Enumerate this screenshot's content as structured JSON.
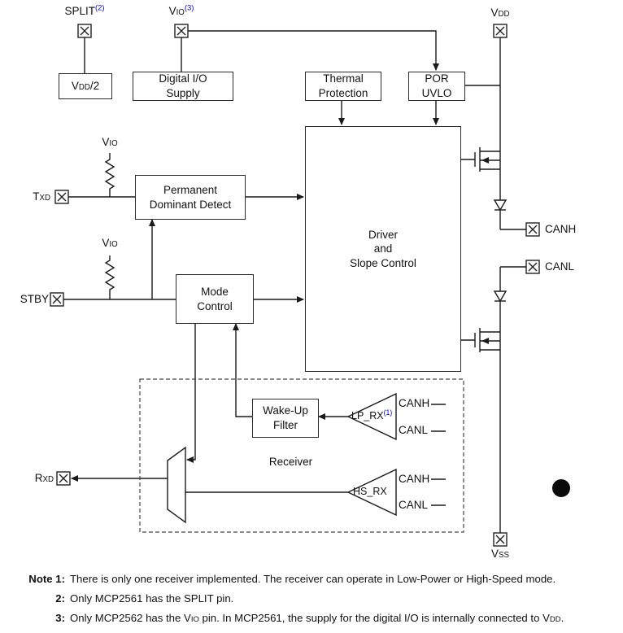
{
  "diagram": {
    "pins": {
      "split": {
        "name": "SPLIT",
        "note_ref": "(2)"
      },
      "vio": {
        "main": "V",
        "sub": "IO",
        "note_ref": "(3)"
      },
      "vdd": {
        "main": "V",
        "sub": "DD"
      },
      "vss": {
        "main": "V",
        "sub": "SS"
      },
      "txd": {
        "main": "T",
        "sub": "XD"
      },
      "stby": {
        "name": "STBY"
      },
      "rxd": {
        "main": "R",
        "sub": "XD"
      },
      "canh": {
        "name": "CANH"
      },
      "canl": {
        "name": "CANL"
      }
    },
    "pullup_label": {
      "main": "V",
      "sub": "IO"
    },
    "blocks": {
      "vdd_half": {
        "main": "V",
        "sub": "DD",
        "rest": "/2"
      },
      "digital_io": {
        "line1": "Digital I/O",
        "line2": "Supply"
      },
      "thermal": {
        "line1": "Thermal",
        "line2": "Protection"
      },
      "por_uvlo": {
        "line1": "POR",
        "line2": "UVLO"
      },
      "permanent_dominant": {
        "line1": "Permanent",
        "line2": "Dominant Detect"
      },
      "mode_control": {
        "line1": "Mode",
        "line2": "Control"
      },
      "driver": {
        "line1": "Driver",
        "line2": "and",
        "line3": "Slope Control"
      },
      "wakeup_filter": {
        "line1": "Wake-Up",
        "line2": "Filter"
      },
      "receiver": "Receiver",
      "lp_rx": {
        "name": "LP_RX",
        "note_ref": "(1)"
      },
      "hs_rx": {
        "name": "HS_RX"
      }
    },
    "rx_ports": {
      "canh": "CANH",
      "canl": "CANL"
    }
  },
  "notes": {
    "n1_label": "Note 1:",
    "n1_text": "There is only one receiver implemented. The receiver can operate in Low-Power or High-Speed mode.",
    "n2_label": "2:",
    "n2_text": "Only MCP2561 has the SPLIT pin.",
    "n3_label": "3:",
    "n3_part1": "Only MCP2562 has the V",
    "n3_sub1": "IO",
    "n3_part2": " pin. In MCP2561, the supply for the digital I/O is internally connected to V",
    "n3_sub2": "DD",
    "n3_part3": "."
  },
  "colors": {
    "wire": "#1a1a1a",
    "note_ref_blue": "#0000cc"
  }
}
